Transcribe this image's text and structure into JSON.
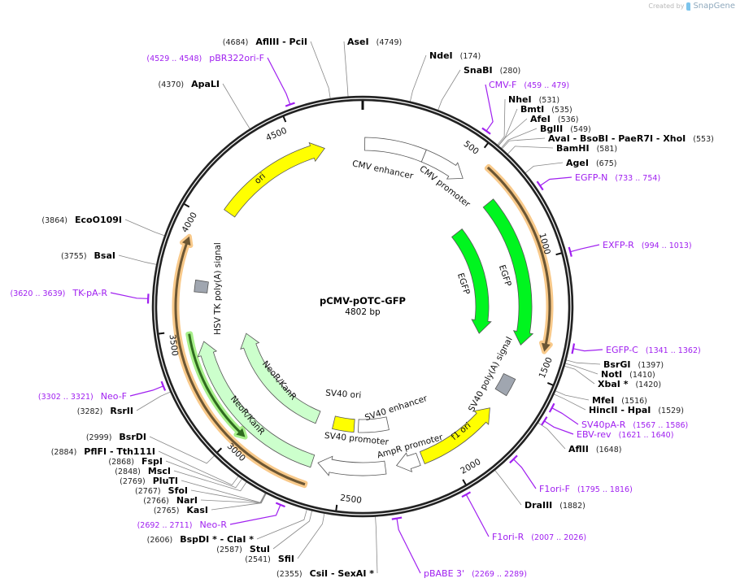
{
  "credit": {
    "prefix": "Created by",
    "brand": "SnapGene"
  },
  "plasmid": {
    "name": "pCMV-pOTC-GFP",
    "length_label": "4802 bp",
    "length_bp": 4802
  },
  "colors": {
    "backbone": "#222222",
    "primer": "#a020f0",
    "ori": "#ffff00",
    "egfp": "#00f51f",
    "neo": "#ccffcc",
    "orf_orange": "#f8c98a",
    "orf_green_halo": "#a8f08a",
    "terminator": "#a0a6b0"
  },
  "ticks": [
    500,
    1000,
    1500,
    2000,
    2500,
    3000,
    3500,
    4000,
    4500
  ],
  "features": [
    {
      "label": "ori",
      "start": 4068,
      "end": 4622,
      "strand": 1,
      "color": "#ffff00",
      "ring": "outer"
    },
    {
      "label": "CMV enhancer",
      "start": 10,
      "end": 295,
      "strand": 0,
      "color": "#ffffff",
      "ring": "outer"
    },
    {
      "label": "CMV promoter",
      "start": 295,
      "end": 507,
      "strand": 1,
      "color": "#ffffff",
      "ring": "outer"
    },
    {
      "label": "EGFP",
      "start": 674,
      "end": 1383,
      "strand": 1,
      "color": "#00f51f",
      "ring": "outer"
    },
    {
      "label": "EGFP",
      "start": 694,
      "end": 1374,
      "strand": 1,
      "color": "#00f51f",
      "ring": "inner"
    },
    {
      "label": "SV40 poly(A) signal",
      "start": 1540,
      "end": 1625,
      "strand": 0,
      "color": "#a0a6b0",
      "ring": "outer"
    },
    {
      "label": "f1 ori",
      "start": 1715,
      "end": 2114,
      "strand": -1,
      "color": "#ffff00",
      "ring": "outer"
    },
    {
      "label": "AmpR promoter",
      "start": 2134,
      "end": 2241,
      "strand": 1,
      "color": "#ffffff",
      "ring": "outer"
    },
    {
      "label": "SV40 promoter",
      "start": 2294,
      "end": 2614,
      "strand": 1,
      "color": "#ffffff",
      "ring": "outer"
    },
    {
      "label": "SV40 enhancer",
      "start": 2240,
      "end": 2428,
      "strand": 0,
      "color": "#ffffff",
      "ring": "inner"
    },
    {
      "label": "SV40 ori",
      "start": 2455,
      "end": 2588,
      "strand": 0,
      "color": "#ffff00",
      "ring": "inner"
    },
    {
      "label": "NeoR/KanR",
      "start": 2641,
      "end": 3436,
      "strand": 1,
      "color": "#ccffcc",
      "ring": "outer"
    },
    {
      "label": "NeoR/KanR",
      "start": 2694,
      "end": 3428,
      "strand": 1,
      "color": "#ccffcc",
      "ring": "inner"
    },
    {
      "label": "HSV TK poly(A) signal",
      "start": 3668,
      "end": 3722,
      "strand": 0,
      "color": "#a0a6b0",
      "ring": "outer"
    }
  ],
  "orfs": [
    {
      "start": 560,
      "end": 1387,
      "strand": 1,
      "color": "#f8c98a"
    },
    {
      "start": 2641,
      "end": 3895,
      "strand": 1,
      "color": "#f8c98a"
    },
    {
      "start": 2961,
      "end": 3482,
      "strand": -1,
      "color": "#a8f08a"
    }
  ],
  "sites": [
    {
      "names": "NdeI",
      "pos": "(174)",
      "bp": 174
    },
    {
      "names": "SnaBI",
      "pos": "(280)",
      "bp": 280
    },
    {
      "names": "NheI",
      "pos": "(531)",
      "bp": 531
    },
    {
      "names": "BmtI",
      "pos": "(535)",
      "bp": 535
    },
    {
      "names": "AfeI",
      "pos": "(536)",
      "bp": 536
    },
    {
      "names": "BglII",
      "pos": "(549)",
      "bp": 549
    },
    {
      "names": "AvaI  - BsoBI  - PaeR7I  - XhoI",
      "pos": "(553)",
      "bp": 553
    },
    {
      "names": "BamHI",
      "pos": "(581)",
      "bp": 581
    },
    {
      "names": "AgeI",
      "pos": "(675)",
      "bp": 675
    },
    {
      "names": "BsrGI",
      "pos": "(1397)",
      "bp": 1397
    },
    {
      "names": "NotI",
      "pos": "(1410)",
      "bp": 1410
    },
    {
      "names": "XbaI *",
      "pos": "(1420)",
      "bp": 1420
    },
    {
      "names": "MfeI",
      "pos": "(1516)",
      "bp": 1516
    },
    {
      "names": "HincII  - HpaI",
      "pos": "(1529)",
      "bp": 1529
    },
    {
      "names": "AflII",
      "pos": "(1648)",
      "bp": 1648
    },
    {
      "names": "DraIII",
      "pos": "(1882)",
      "bp": 1882
    },
    {
      "names": "CsiI  - SexAI *",
      "pos": "(2355)",
      "bp": 2355
    },
    {
      "names": "SfiI",
      "pos": "(2541)",
      "bp": 2541
    },
    {
      "names": "StuI",
      "pos": "(2587)",
      "bp": 2587
    },
    {
      "names": "BspDI *  - ClaI *",
      "pos": "(2606)",
      "bp": 2606
    },
    {
      "names": "KasI",
      "pos": "(2765)",
      "bp": 2765
    },
    {
      "names": "NarI",
      "pos": "(2766)",
      "bp": 2766
    },
    {
      "names": "SfoI",
      "pos": "(2767)",
      "bp": 2767
    },
    {
      "names": "PluTI",
      "pos": "(2769)",
      "bp": 2769
    },
    {
      "names": "MscI",
      "pos": "(2848)",
      "bp": 2848
    },
    {
      "names": "FspI",
      "pos": "(2868)",
      "bp": 2868
    },
    {
      "names": "PflFI  - Tth111I",
      "pos": "(2884)",
      "bp": 2884
    },
    {
      "names": "BsrDI",
      "pos": "(2999)",
      "bp": 2999
    },
    {
      "names": "RsrII",
      "pos": "(3282)",
      "bp": 3282
    },
    {
      "names": "BsaI",
      "pos": "(3755)",
      "bp": 3755
    },
    {
      "names": "EcoO109I",
      "pos": "(3864)",
      "bp": 3864
    },
    {
      "names": "ApaLI",
      "pos": "(4370)",
      "bp": 4370
    },
    {
      "names": "AflIII  - PciI",
      "pos": "(4684)",
      "bp": 4684
    },
    {
      "names": "AseI",
      "pos": "(4749)",
      "bp": 4749
    }
  ],
  "primers": [
    {
      "name": "CMV-F",
      "range": "(459 .. 479)",
      "start": 459,
      "end": 479
    },
    {
      "name": "EGFP-N",
      "range": "(733 .. 754)",
      "start": 733,
      "end": 754
    },
    {
      "name": "EXFP-R",
      "range": "(994 .. 1013)",
      "start": 994,
      "end": 1013
    },
    {
      "name": "EGFP-C",
      "range": "(1341 .. 1362)",
      "start": 1341,
      "end": 1362
    },
    {
      "name": "SV40pA-R",
      "range": "(1567 .. 1586)",
      "start": 1567,
      "end": 1586
    },
    {
      "name": "EBV-rev",
      "range": "(1621 .. 1640)",
      "start": 1621,
      "end": 1640
    },
    {
      "name": "F1ori-F",
      "range": "(1795 .. 1816)",
      "start": 1795,
      "end": 1816
    },
    {
      "name": "F1ori-R",
      "range": "(2007 .. 2026)",
      "start": 2007,
      "end": 2026
    },
    {
      "name": "pBABE 3'",
      "range": "(2269 .. 2289)",
      "start": 2269,
      "end": 2289
    },
    {
      "name": "Neo-R",
      "range": "(2692 .. 2711)",
      "start": 2692,
      "end": 2711
    },
    {
      "name": "Neo-F",
      "range": "(3302 .. 3321)",
      "start": 3302,
      "end": 3321
    },
    {
      "name": "TK-pA-R",
      "range": "(3620 .. 3639)",
      "start": 3620,
      "end": 3639
    },
    {
      "name": "pBR322ori-F",
      "range": "(4529 .. 4548)",
      "start": 4529,
      "end": 4548
    }
  ]
}
